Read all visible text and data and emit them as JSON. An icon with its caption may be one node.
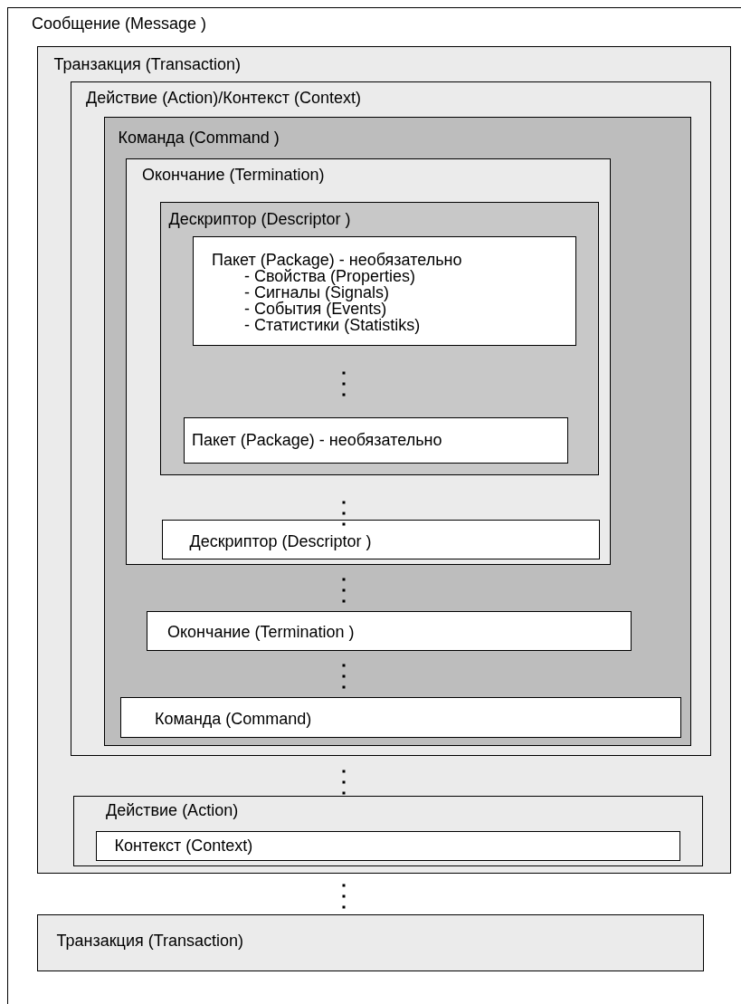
{
  "diagram": {
    "nodes": [
      {
        "text": [
          "Сообщение (Message )"
        ]
      },
      {
        "text": [
          "Транзакция (Transaction)"
        ],
        "in": 0
      },
      {
        "text": [
          "Действие (Action)/Контекст (Context)"
        ],
        "in": 1
      },
      {
        "text": [
          "Команда (Command )"
        ],
        "in": 2
      },
      {
        "text": [
          "Окончание (Termination)"
        ],
        "in": 3
      },
      {
        "text": [
          "Дескриптор (Descriptor )"
        ],
        "in": 4
      },
      {
        "text": [
          "Пакет (Package) - необязательно",
          "- Свойства (Properties)",
          "- Сигналы (Signals)",
          "- События (Events)",
          "- Статистики (Statistiks)"
        ],
        "in": 5
      },
      {
        "text": [
          "Пакет (Package) - необязательно"
        ],
        "in": 5
      },
      {
        "text": [
          "Дескриптор (Descriptor )"
        ],
        "in": 4
      },
      {
        "text": [
          "Окончание (Termination )"
        ],
        "in": 3
      },
      {
        "text": [
          "Команда (Command)"
        ],
        "in": 3
      },
      {
        "text": [
          "Действие (Action)"
        ],
        "in": 1
      },
      {
        "text": [
          "Контекст (Context)"
        ],
        "in": 11
      },
      {
        "text": [
          "Транзакция (Transaction)"
        ],
        "in": 0
      }
    ],
    "edges": []
  }
}
